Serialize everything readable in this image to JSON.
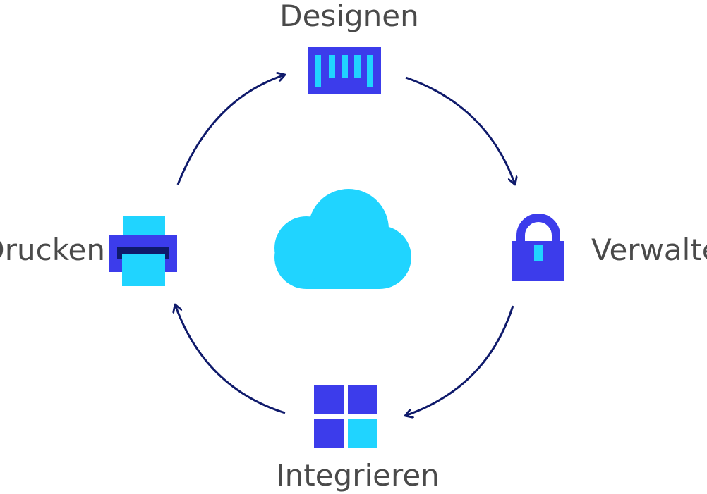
{
  "diagram": {
    "type": "cycle",
    "colors": {
      "primary": "#3c3ceb",
      "accent": "#20d4ff",
      "arrow": "#0f1a6b",
      "label": "#4a4a4a",
      "printer_slot": "#0f1a6b"
    },
    "center": {
      "icon": "cloud-icon"
    },
    "stages": [
      {
        "id": "design",
        "label": "Designen",
        "icon": "barcode-icon"
      },
      {
        "id": "manage",
        "label": "Verwalten",
        "icon": "padlock-icon"
      },
      {
        "id": "integrate",
        "label": "Integrieren",
        "icon": "windows-grid-icon"
      },
      {
        "id": "print",
        "label": "Drucken",
        "icon": "printer-icon"
      }
    ],
    "flow": [
      {
        "from": "print",
        "to": "design"
      },
      {
        "from": "design",
        "to": "manage"
      },
      {
        "from": "manage",
        "to": "integrate"
      },
      {
        "from": "integrate",
        "to": "print"
      }
    ]
  }
}
